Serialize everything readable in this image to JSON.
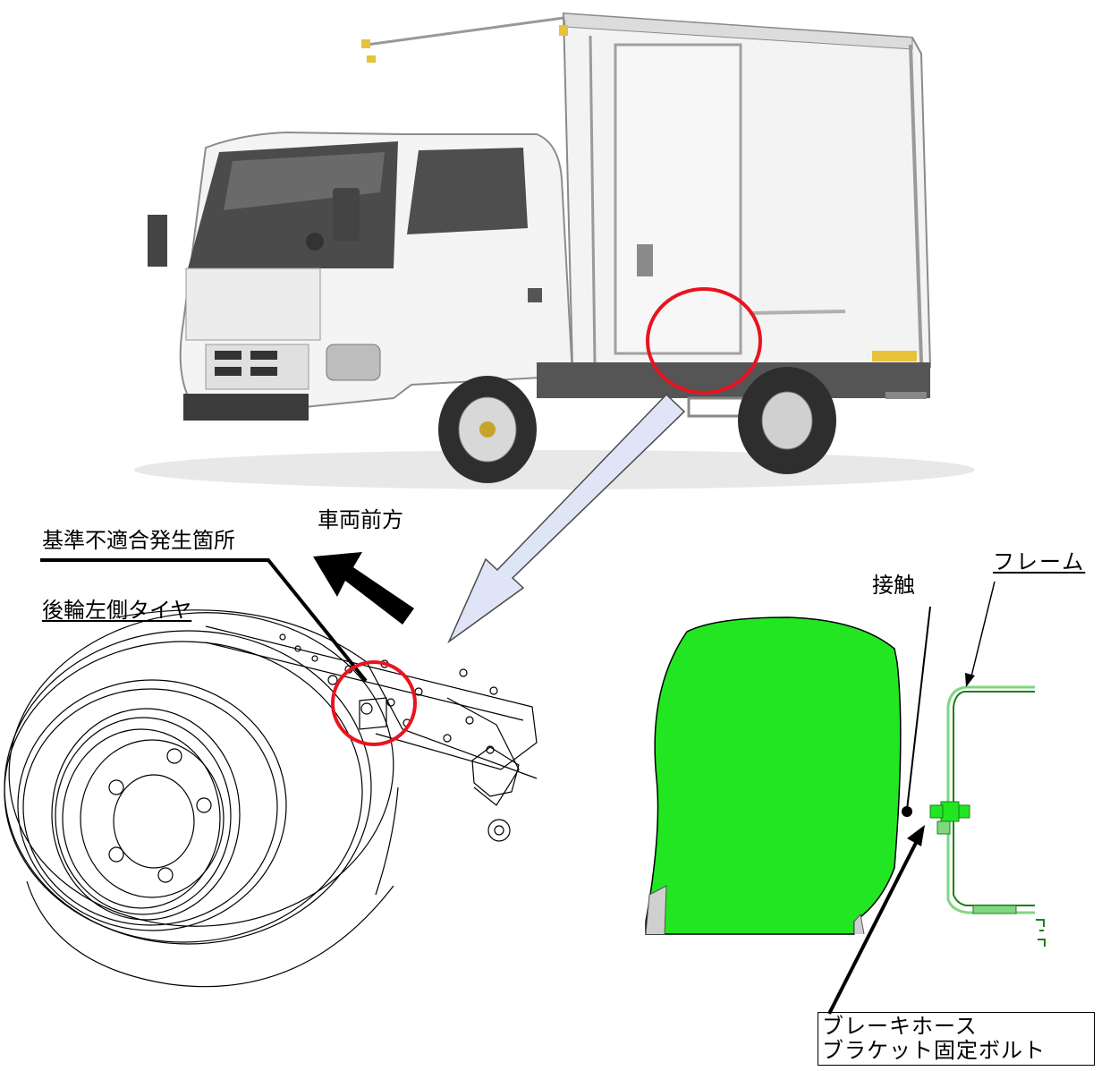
{
  "labels": {
    "vehicle_front": "車両前方",
    "nonconformity_location": "基準不適合発生箇所",
    "rear_left_tire": "後輪左側タイヤ",
    "contact": "接触",
    "frame": "フレーム",
    "bolt_line1": "ブレーキホース",
    "bolt_line2": "ブラケット固定ボルト"
  },
  "colors": {
    "tire_green": "#22e622",
    "highlight_red": "#e8141e",
    "arrow_fill": "#dfe5f7",
    "frame_green": "#7fd77f"
  }
}
